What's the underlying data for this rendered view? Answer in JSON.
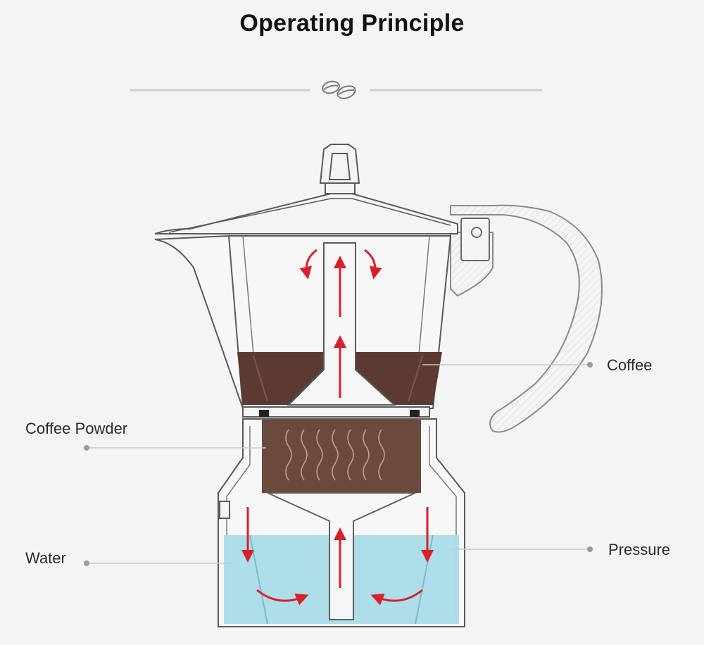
{
  "title": "Operating Principle",
  "labels": {
    "coffee": "Coffee",
    "coffee_powder": "Coffee Powder",
    "water": "Water",
    "pressure": "Pressure"
  },
  "icons": {
    "divider": "coffee-beans-icon",
    "arrows": "flow-arrow-icon"
  },
  "colors": {
    "coffee": "#5a3a31",
    "coffee_grounds": "#6b4a3e",
    "water": "#a9dce9",
    "arrow": "#d8202b",
    "outline": "#5a5a5a",
    "leader": "#c8c8c8"
  }
}
